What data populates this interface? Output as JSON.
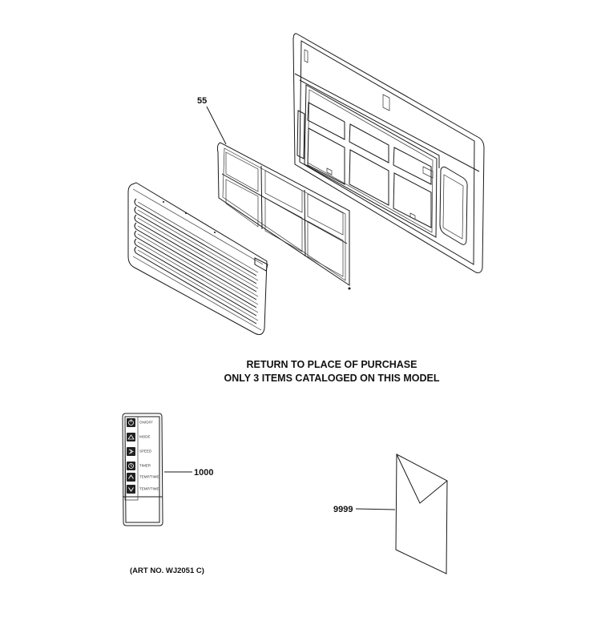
{
  "notice": {
    "line1": "RETURN TO PLACE OF PURCHASE",
    "line2": "ONLY 3 ITEMS CATALOGED ON THIS MODEL"
  },
  "callouts": {
    "filter": "55",
    "remote": "1000",
    "manual": "9999"
  },
  "remote_buttons": [
    {
      "label": "ON/OFF",
      "icon": "power-icon"
    },
    {
      "label": "MODE",
      "icon": "mode-icon"
    },
    {
      "label": "SPEED",
      "icon": "fan-icon"
    },
    {
      "label": "TIMER",
      "icon": "timer-icon"
    },
    {
      "label": "TEMP/TIME",
      "icon": "arrow-up-icon"
    },
    {
      "label": "TEMP/TIME",
      "icon": "arrow-down-icon"
    }
  ],
  "art_number": "(ART NO. WJ2051 C)"
}
